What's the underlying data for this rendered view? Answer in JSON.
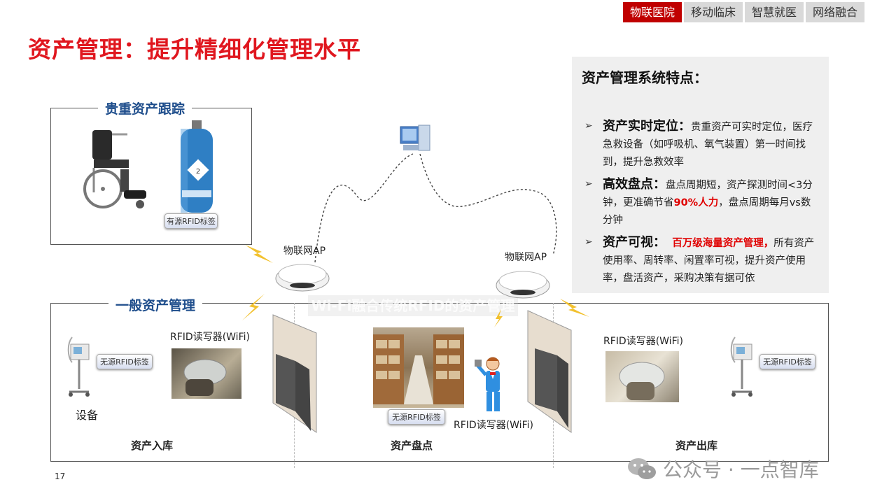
{
  "tabs": [
    "物联医院",
    "移动临床",
    "智慧就医",
    "网络融合"
  ],
  "title": "资产管理：提升精细化管理水平",
  "features": {
    "title": "资产管理系统特点：",
    "items": [
      {
        "name": "资产实时定位：",
        "pre": "贵重资产可实时定位，医疗急救设备（如呼吸机、氧气装置）第一时间找到，提升急救效率",
        "red": "",
        "post": ""
      },
      {
        "name": "高效盘点：",
        "pre": "盘点周期短，资产探测时间<3分钟，更准确节省",
        "red": "90%人力",
        "post": "，盘点周期每月vs数分钟"
      },
      {
        "name": "资产可视：",
        "pre": "",
        "red": "百万级海量资产管理，",
        "post": "所有资产使用率、周转率、闲置率可视，提升资产使用率，盘活资产，采购决策有据可依"
      }
    ]
  },
  "valuable": {
    "title": "贵重资产跟踪",
    "tag": "有源RFID标签"
  },
  "general": {
    "title": "一般资产管理",
    "overlay": "Wi-Fi融合传统RFID的资产管理",
    "tag_left": "无源RFID标签",
    "tag_center": "无源RFID标签",
    "tag_right": "无源RFID标签",
    "device": "设备",
    "reader_left": "RFID读写器(WiFi)",
    "reader_center": "RFID读写器(WiFi)",
    "reader_right": "RFID读写器(WiFi)",
    "stage_in": "资产入库",
    "stage_count": "资产盘点",
    "stage_out": "资产出库"
  },
  "ap_left": "物联网AP",
  "ap_right": "物联网AP",
  "watermark": "公众号 · 一点智库",
  "page_number": "17",
  "colors": {
    "accent": "#e0171f",
    "tab_active": "#c00000",
    "box_title": "#1f4e8c",
    "highlight": "#e00000"
  }
}
